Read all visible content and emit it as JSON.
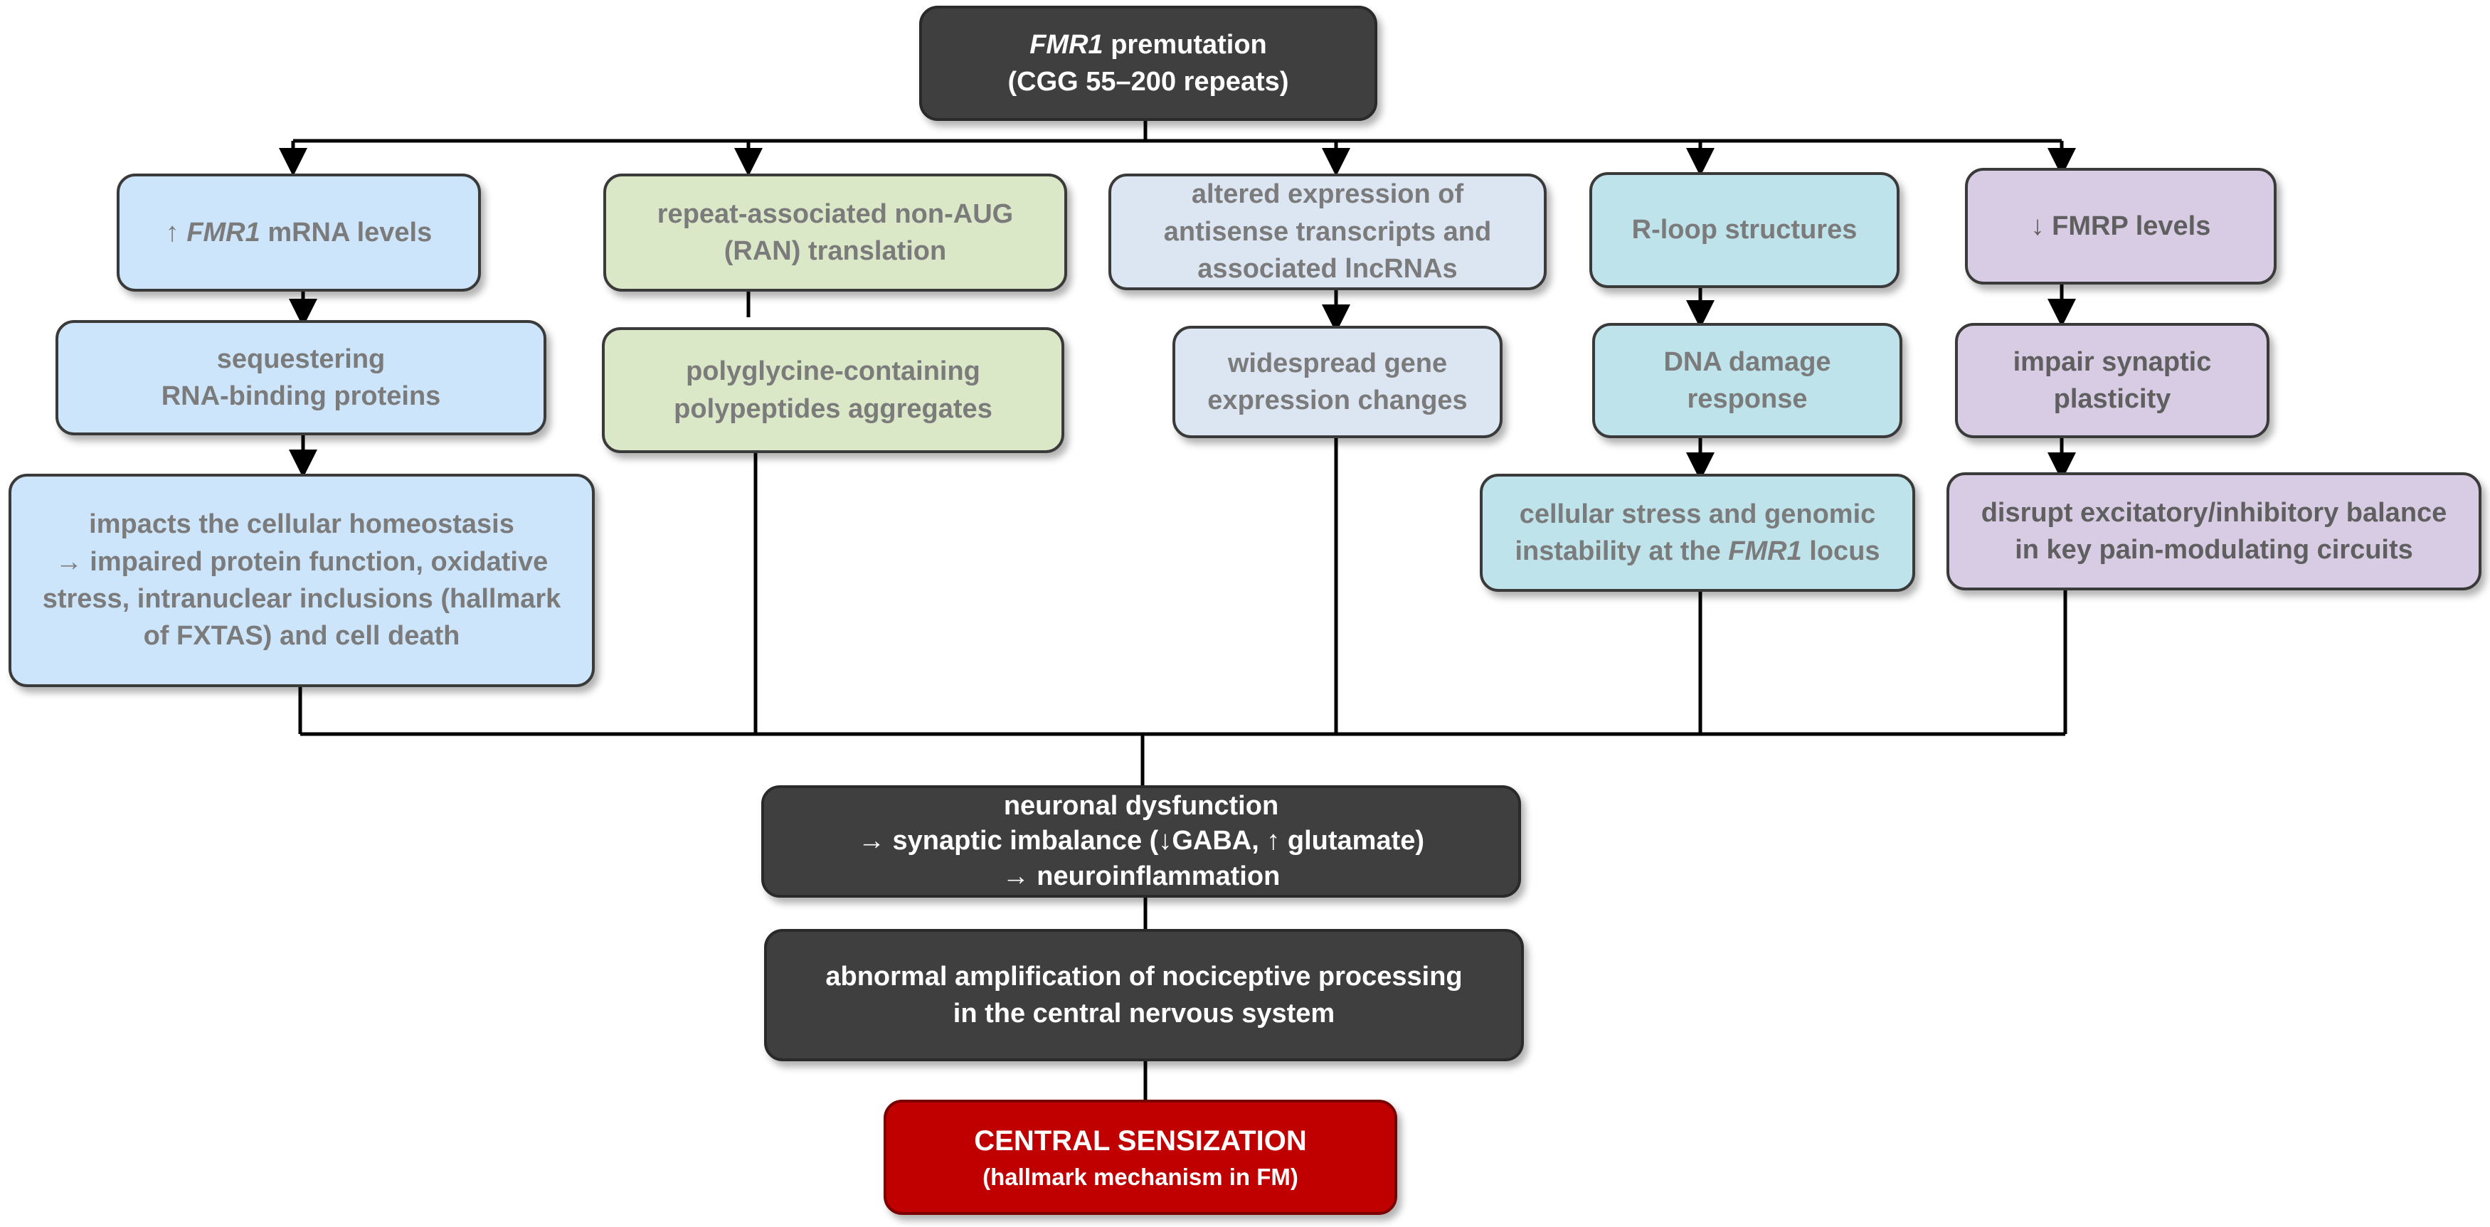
{
  "diagram": {
    "root": {
      "gene": "FMR1",
      "text_after_gene": " premutation",
      "line2": "(CGG 55–200 repeats)"
    },
    "branch_mrna": {
      "box1": {
        "prefix": "↑ ",
        "gene": "FMR1",
        "suffix": " mRNA levels"
      },
      "box2": {
        "line1": "sequestering",
        "line2": "RNA-binding proteins"
      },
      "box3": {
        "line1": "impacts the cellular homeostasis",
        "line2": "→ impaired protein function, oxidative",
        "line3": "stress, intranuclear inclusions (hallmark",
        "line4": "of FXTAS) and cell death"
      }
    },
    "branch_ran": {
      "box1": {
        "line1": "repeat-associated non-AUG",
        "line2": "(RAN) translation"
      },
      "box2": {
        "line1": "polyglycine-containing",
        "line2": "polypeptides aggregates"
      }
    },
    "branch_antisense": {
      "box1": {
        "line1": "altered expression of",
        "line2": "antisense transcripts and",
        "line3": "associated lncRNAs"
      },
      "box2": {
        "line1": "widespread gene",
        "line2": "expression changes"
      }
    },
    "branch_rloop": {
      "box1": {
        "line1": "R-loop structures"
      },
      "box2": {
        "line1": "DNA damage",
        "line2": "response"
      },
      "box3": {
        "line1": "cellular stress and genomic",
        "line2_prefix": "instability at the ",
        "gene": "FMR1",
        "line2_suffix": " locus"
      }
    },
    "branch_fmrp": {
      "box1": {
        "line1": "↓ FMRP levels"
      },
      "box2": {
        "line1": "impair synaptic",
        "line2": "plasticity"
      },
      "box3": {
        "line1": "disrupt excitatory/inhibitory balance",
        "line2": "in key pain-modulating circuits"
      }
    },
    "convergence": {
      "box1": {
        "line1": "neuronal dysfunction",
        "line2": "→ synaptic imbalance (↓GABA, ↑ glutamate)",
        "line3": "→ neuroinflammation"
      },
      "box2": {
        "line1": "abnormal amplification of nociceptive processing",
        "line2": "in the central nervous system"
      },
      "box3": {
        "line1": "CENTRAL SENSIZATION",
        "line2": "(hallmark mechanism in FM)"
      }
    },
    "colors": {
      "dark": "#3f3f3f",
      "blue": "#cde5fb",
      "green": "#dbe8c7",
      "lavender": "#dce6f2",
      "teal": "#bfe3ea",
      "purple": "#d7cce3",
      "red": "#c00000",
      "line": "#000000"
    }
  }
}
